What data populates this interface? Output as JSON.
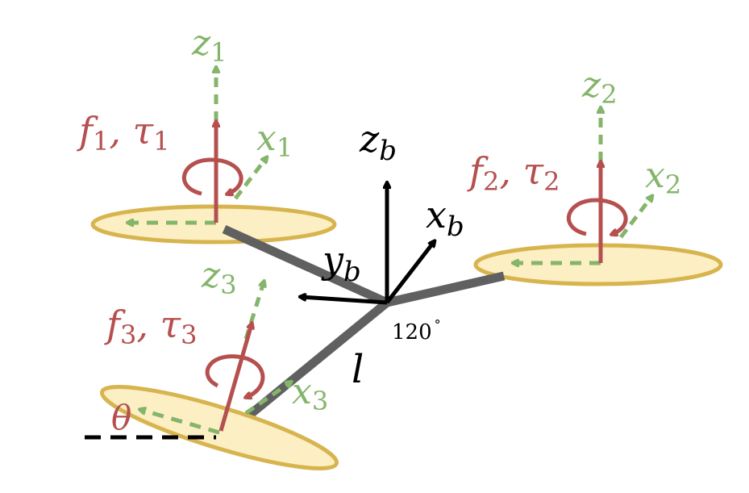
{
  "colors": {
    "rotor_fill": "#fcefc4",
    "rotor_stroke": "#d7b44e",
    "arm": "#606060",
    "force": "#b5504f",
    "rotor_axis": "#84b56a",
    "body_axis": "#000000"
  },
  "body_frame": {
    "z": {
      "base": "z",
      "sub": "b"
    },
    "x": {
      "base": "x",
      "sub": "b"
    },
    "y": {
      "base": "y",
      "sub": "b"
    }
  },
  "arm_length_label": "l",
  "arm_angle_label": "120",
  "arm_angle_unit": "°",
  "tilt_angle_label": "θ",
  "rotors": [
    {
      "force": {
        "f": "f",
        "fs": "1",
        "sep": ", ",
        "t": "τ",
        "ts": "1"
      },
      "z": {
        "base": "z",
        "sub": "1"
      },
      "x": {
        "base": "x",
        "sub": "1"
      }
    },
    {
      "force": {
        "f": "f",
        "fs": "2",
        "sep": ", ",
        "t": "τ",
        "ts": "2"
      },
      "z": {
        "base": "z",
        "sub": "2"
      },
      "x": {
        "base": "x",
        "sub": "2"
      }
    },
    {
      "force": {
        "f": "f",
        "fs": "3",
        "sep": ", ",
        "t": "τ",
        "ts": "3"
      },
      "z": {
        "base": "z",
        "sub": "3"
      },
      "x": {
        "base": "x",
        "sub": "3"
      }
    }
  ]
}
